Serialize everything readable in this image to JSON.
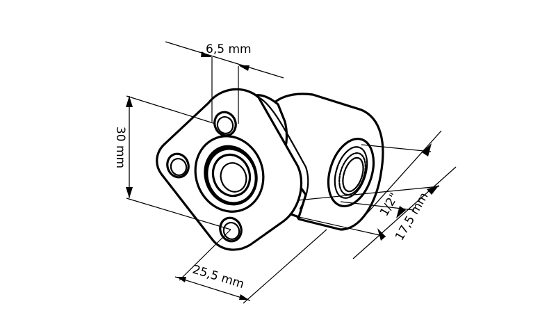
{
  "dimensions": {
    "bolt_hole": "6,5 mm",
    "flange_height": "30 mm",
    "flange_width": "25,5 mm",
    "thread": "1/2\"",
    "port_offset": "17,5 mm"
  },
  "colors": {
    "line": "#000000",
    "background": "#ffffff"
  }
}
